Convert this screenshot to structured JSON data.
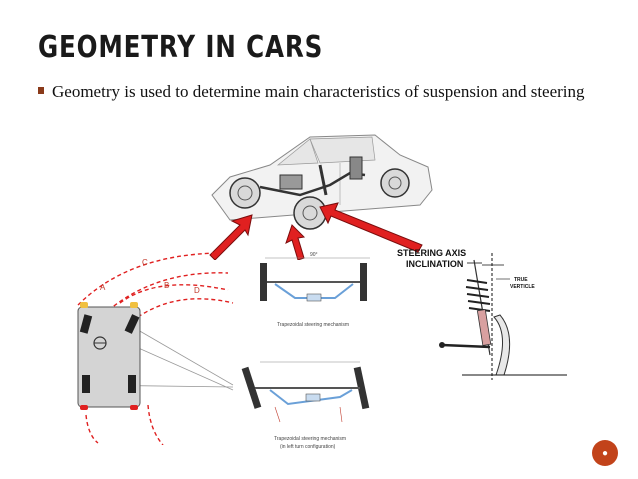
{
  "slide": {
    "title": "GEOMETRY IN CARS",
    "bullet": "Geometry is used to determine main characteristics of suspension and steering"
  },
  "figures": {
    "turning_labels": [
      "A",
      "C",
      "B",
      "D"
    ],
    "trapezoid_top_caption": "Trapezoidal steering mechanism",
    "trapezoid_bottom_caption_1": "Trapezoidal steering mechanism",
    "trapezoid_bottom_caption_2": "(in left turn configuration)",
    "angle_label": "90°",
    "steering_axis_label_1": "STEERING AXIS",
    "steering_axis_label_2": "INCLINATION",
    "true_vertical_1": "TRUE",
    "true_vertical_2": "VERTICLE"
  },
  "colors": {
    "accent_red": "#e02020",
    "bullet_brown": "#8a3a1a",
    "corner_orange": "#c2431a"
  },
  "icons": {
    "corner": "circle-badge-icon"
  }
}
